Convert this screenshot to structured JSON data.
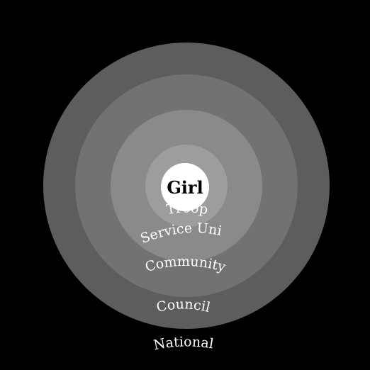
{
  "background_color": "#000000",
  "center": {
    "label": "Girl",
    "fill": "#ffffff",
    "text_color": "#000000"
  },
  "rings": [
    {
      "label": "Troop",
      "fill": "#9d9d9d"
    },
    {
      "label": "Service Unit",
      "fill": "#8a8a8a"
    },
    {
      "label": "Community",
      "fill": "#727272"
    },
    {
      "label": "Council",
      "fill": "#5d5d5d"
    },
    {
      "label": "National",
      "fill": "#000000"
    }
  ]
}
